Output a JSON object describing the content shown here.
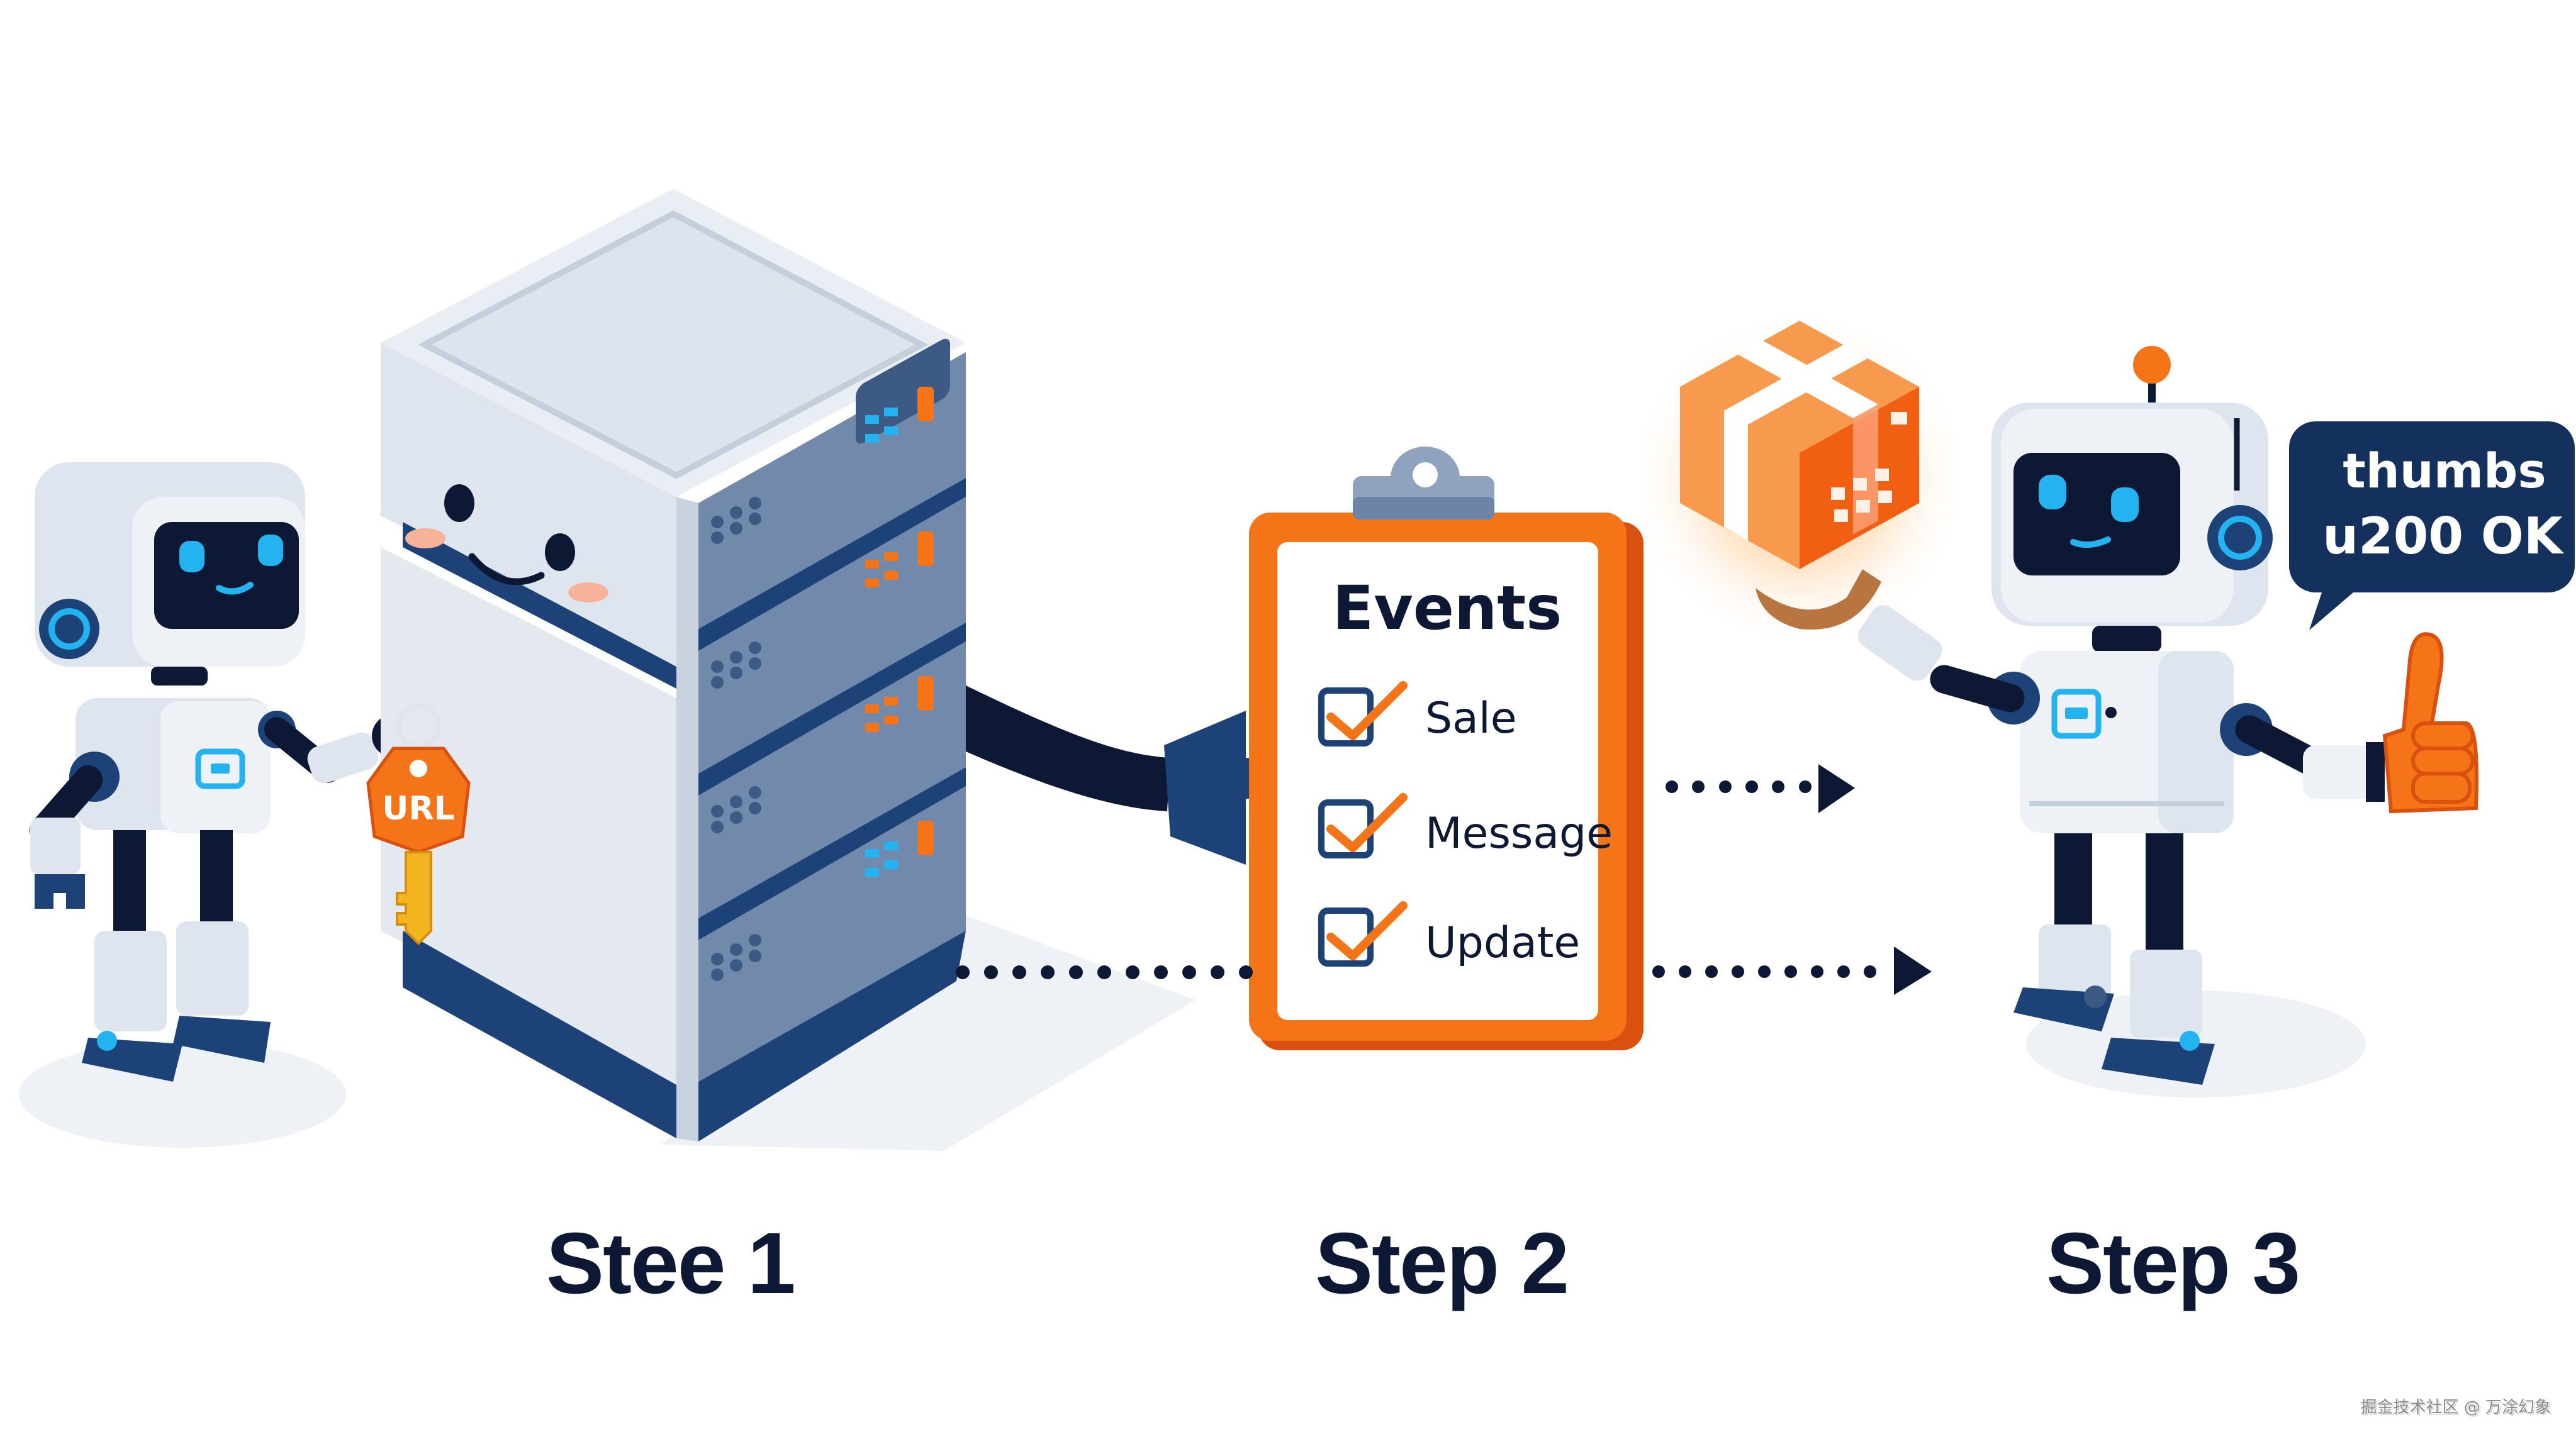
{
  "steps": [
    {
      "label": "Stee 1"
    },
    {
      "label": "Step 2"
    },
    {
      "label": "Step 3"
    }
  ],
  "key": {
    "label": "URL"
  },
  "clipboard": {
    "title": "Events",
    "items": [
      {
        "label": "Sale",
        "checked": true
      },
      {
        "label": "Message",
        "checked": true
      },
      {
        "label": "Update",
        "checked": true
      }
    ]
  },
  "speech_bubble": {
    "line1": "thumbs",
    "line2": "u200 OK"
  },
  "watermark": "掘金技术社区 @ 万涂幻象",
  "colors": {
    "navy": "#0d1834",
    "dark_blue": "#1d4277",
    "orange": "#f57418",
    "orange_dark": "#d9500f",
    "light_gray": "#dfe5ee",
    "mid_gray": "#c5cfdc",
    "slate": "#7189ab",
    "cyan": "#23b3f0",
    "key_gold": "#f2b520"
  }
}
